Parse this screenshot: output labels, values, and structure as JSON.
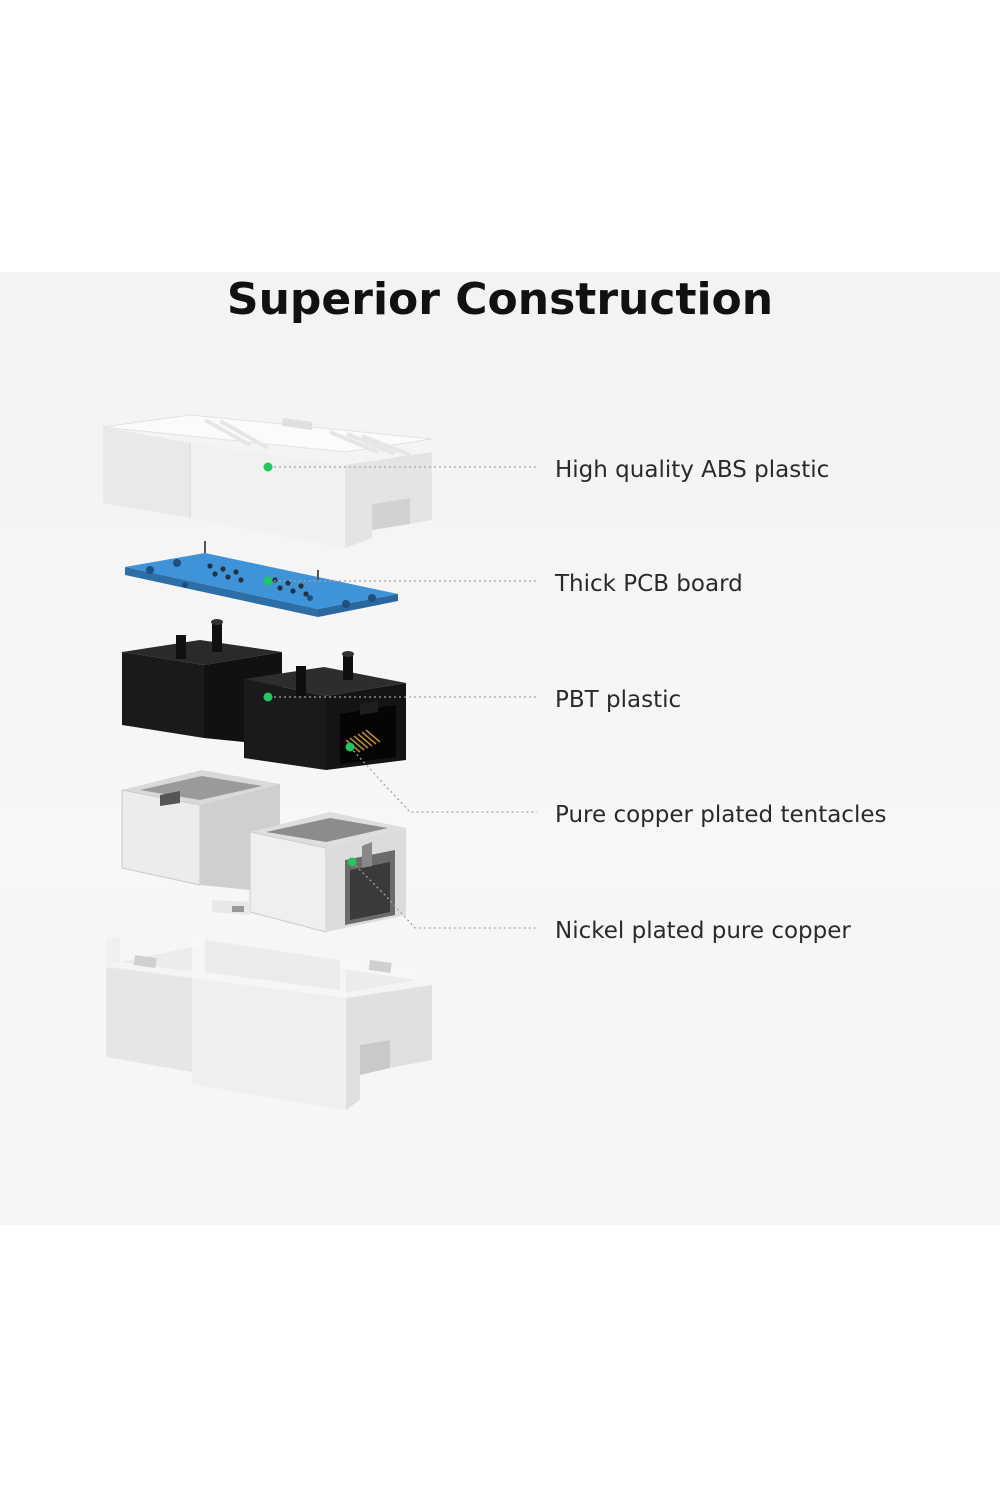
{
  "heading": {
    "title": "Superior Construction"
  },
  "callouts": [
    {
      "label": "High quality ABS plastic",
      "part": "top-shell"
    },
    {
      "label": "Thick PCB board",
      "part": "pcb-board"
    },
    {
      "label": "PBT plastic",
      "part": "black-jack-housing"
    },
    {
      "label": "Pure copper plated tentacles",
      "part": "copper-contacts"
    },
    {
      "label": "Nickel plated pure copper",
      "part": "metal-shield"
    }
  ],
  "colors": {
    "background": "#f4f4f4",
    "marker": "#22c55e",
    "leader_line": "#9a9a9a",
    "pcb": "#3a8fd6",
    "pbt": "#1c1c1c",
    "abs": "#f2f2f2"
  }
}
